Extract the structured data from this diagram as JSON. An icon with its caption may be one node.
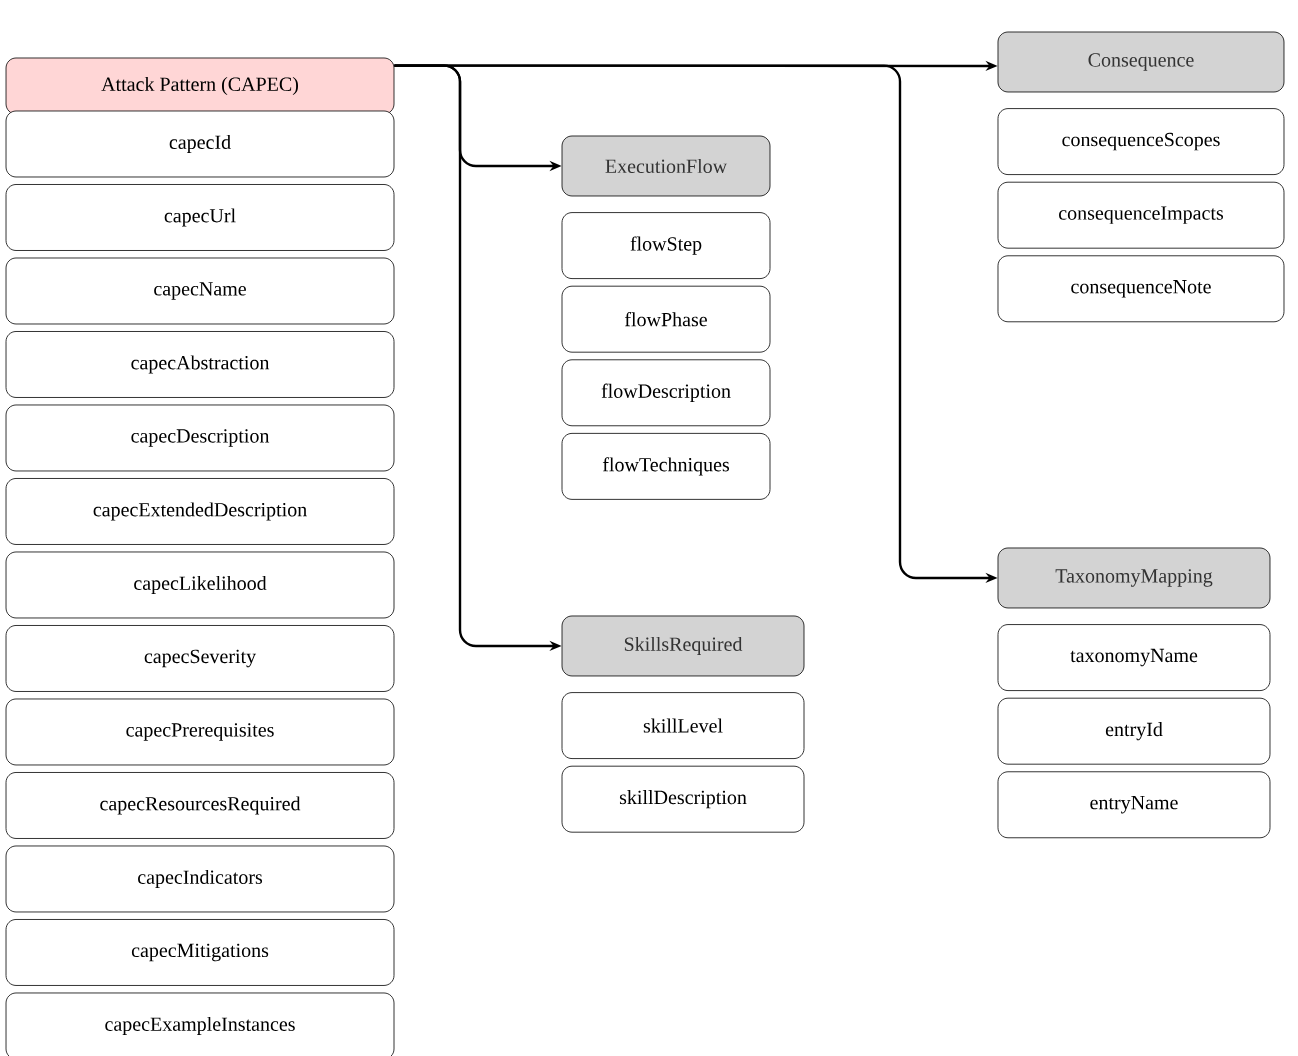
{
  "diagram": {
    "nodes": [
      {
        "text": [
          "Attack Pattern (CAPEC)"
        ]
      },
      {
        "text": [
          "capecId"
        ]
      },
      {
        "text": [
          "capecUrl"
        ]
      },
      {
        "text": [
          "capecName"
        ]
      },
      {
        "text": [
          "capecAbstraction"
        ]
      },
      {
        "text": [
          "capecDescription"
        ]
      },
      {
        "text": [
          "capecExtendedDescription"
        ]
      },
      {
        "text": [
          "capecLikelihood"
        ]
      },
      {
        "text": [
          "capecSeverity"
        ]
      },
      {
        "text": [
          "capecPrerequisites"
        ]
      },
      {
        "text": [
          "capecResourcesRequired"
        ]
      },
      {
        "text": [
          "capecIndicators"
        ]
      },
      {
        "text": [
          "capecMitigations"
        ]
      },
      {
        "text": [
          "capecExampleInstances"
        ]
      },
      {
        "text": [
          "ExecutionFlow"
        ]
      },
      {
        "text": [
          "flowStep"
        ]
      },
      {
        "text": [
          "flowPhase"
        ]
      },
      {
        "text": [
          "flowDescription"
        ]
      },
      {
        "text": [
          "flowTechniques"
        ]
      },
      {
        "text": [
          "SkillsRequired"
        ]
      },
      {
        "text": [
          "skillLevel"
        ]
      },
      {
        "text": [
          "skillDescription"
        ]
      },
      {
        "text": [
          "Consequence"
        ]
      },
      {
        "text": [
          "consequenceScopes"
        ]
      },
      {
        "text": [
          "consequenceImpacts"
        ]
      },
      {
        "text": [
          "consequenceNote"
        ]
      },
      {
        "text": [
          "TaxonomyMapping"
        ]
      },
      {
        "text": [
          "taxonomyName"
        ]
      },
      {
        "text": [
          "entryId"
        ]
      },
      {
        "text": [
          "entryName"
        ]
      }
    ],
    "edges": [
      {
        "from": 0,
        "to": 22,
        "arrow": "to"
      },
      {
        "from": 0,
        "to": 14,
        "arrow": "to"
      },
      {
        "from": 0,
        "to": 19,
        "arrow": "to"
      },
      {
        "from": 0,
        "to": 26,
        "arrow": "to"
      }
    ]
  }
}
